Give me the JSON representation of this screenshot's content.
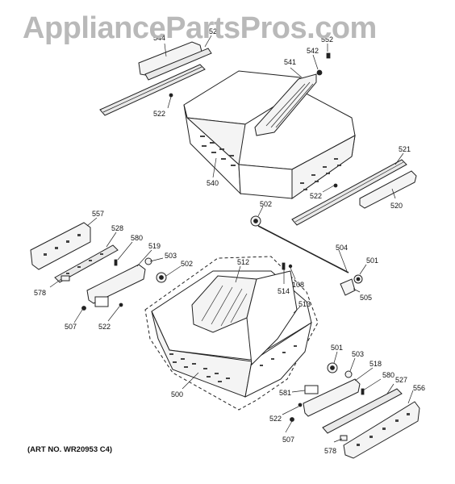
{
  "watermark": "AppliancePartsPros.com",
  "art_number": "(ART NO. WR20953 C4)",
  "callouts": [
    {
      "id": "c544",
      "text": "544"
    },
    {
      "id": "c552a",
      "text": "552"
    },
    {
      "id": "c552b",
      "text": "552"
    },
    {
      "id": "c541",
      "text": "541"
    },
    {
      "id": "c542",
      "text": "542"
    },
    {
      "id": "c522a",
      "text": "522"
    },
    {
      "id": "c540",
      "text": "540"
    },
    {
      "id": "c521",
      "text": "521"
    },
    {
      "id": "c522b",
      "text": "522"
    },
    {
      "id": "c520",
      "text": "520"
    },
    {
      "id": "c502a",
      "text": "502"
    },
    {
      "id": "c557",
      "text": "557"
    },
    {
      "id": "c528",
      "text": "528"
    },
    {
      "id": "c580a",
      "text": "580"
    },
    {
      "id": "c519",
      "text": "519"
    },
    {
      "id": "c503a",
      "text": "503"
    },
    {
      "id": "c502b",
      "text": "502"
    },
    {
      "id": "c512",
      "text": "512"
    },
    {
      "id": "c504",
      "text": "504"
    },
    {
      "id": "c501a",
      "text": "501"
    },
    {
      "id": "c578a",
      "text": "578"
    },
    {
      "id": "c514",
      "text": "514"
    },
    {
      "id": "c108",
      "text": "108"
    },
    {
      "id": "c505",
      "text": "505"
    },
    {
      "id": "c513",
      "text": "513"
    },
    {
      "id": "c507a",
      "text": "507"
    },
    {
      "id": "c522c",
      "text": "522"
    },
    {
      "id": "c501b",
      "text": "501"
    },
    {
      "id": "c503b",
      "text": "503"
    },
    {
      "id": "c518",
      "text": "518"
    },
    {
      "id": "c580b",
      "text": "580"
    },
    {
      "id": "c527",
      "text": "527"
    },
    {
      "id": "c556",
      "text": "556"
    },
    {
      "id": "c500",
      "text": "500"
    },
    {
      "id": "c581",
      "text": "581"
    },
    {
      "id": "c522d",
      "text": "522"
    },
    {
      "id": "c507b",
      "text": "507"
    },
    {
      "id": "c578b",
      "text": "578"
    }
  ]
}
